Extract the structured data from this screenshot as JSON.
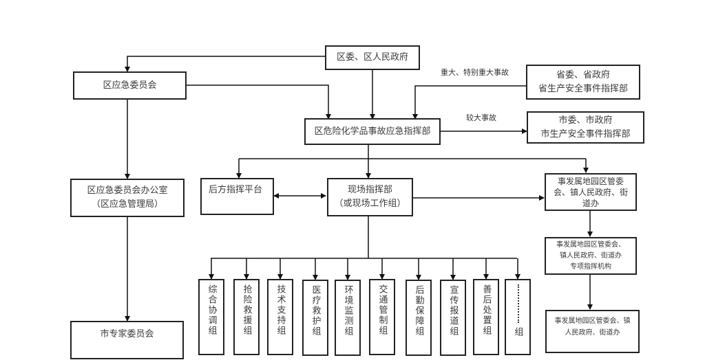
{
  "diagram": {
    "top": "区委、区人民政府",
    "committee": "区应急委员会",
    "committee_office": [
      "区应急委员会办公室",
      "（区应急管理局）"
    ],
    "expert_committee": "市专家委员会",
    "hq": "区危险化学品事故应急指挥部",
    "province": [
      "省委、省政府",
      "省生产安全事件指挥部"
    ],
    "city": [
      "市委、市政府",
      "市生产安全事件指挥部"
    ],
    "edge_labels": {
      "major": "重大、特别重大事故",
      "larger": "较大事故"
    },
    "rear_platform": "后方指挥平台",
    "onsite": [
      "现场指挥部",
      "（或现场工作组）"
    ],
    "local_gov": [
      "事发属地园区管委",
      "会、镇人民政府、街",
      "道办"
    ],
    "local_special": [
      "事发属地园区管委会、",
      "镇人民政府、街道办",
      "专项指挥机构"
    ],
    "local_gov_2": [
      "事发属地园区管委会、镇",
      "人民政府、街道办"
    ],
    "groups": [
      "综合协调组",
      "抢险救援组",
      "技术支持组",
      "医疗救护组",
      "环境监测组",
      "交通管制组",
      "后勤保障组",
      "宣传报道组",
      "善后处置组"
    ],
    "ellipsis_group": "组"
  }
}
